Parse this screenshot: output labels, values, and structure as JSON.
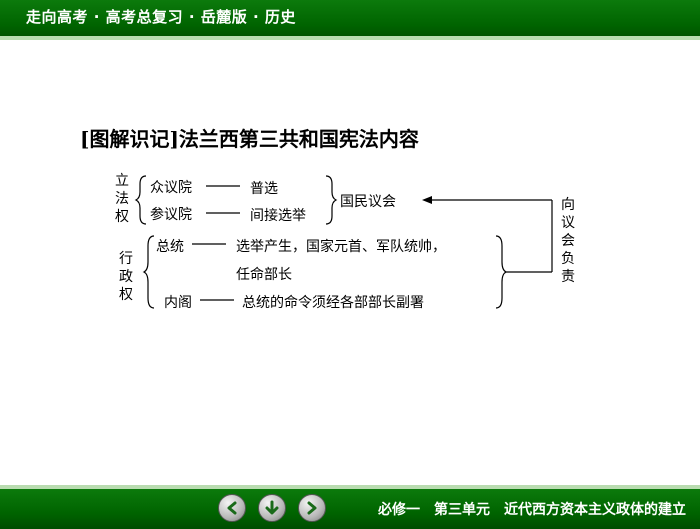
{
  "header": {
    "title": "走向高考 · 高考总复习 · 岳麓版 · 历史"
  },
  "main": {
    "title": "[图解识记]法兰西第三共和国宪法内容",
    "diagram": {
      "legislative_label": "立法权",
      "house1": "众议院",
      "house1_result": "普选",
      "house2": "参议院",
      "house2_result": "间接选举",
      "assembly": "国民议会",
      "responsible": "向议会负责",
      "executive_label": "行政权",
      "president": "总统",
      "president_desc1": "选举产生，国家元首、军队统帅，",
      "president_desc2": "任命部长",
      "cabinet": "内阁",
      "cabinet_desc": "总统的命令须经各部部长副署"
    }
  },
  "footer": {
    "nav": [
      "prev-arrow-icon",
      "down-arrow-icon",
      "next-arrow-icon"
    ],
    "text": "必修一　第三单元　近代西方资本主义政体的建立"
  },
  "colors": {
    "bar_green": "#006400",
    "bar_border": "#b9dcb0"
  }
}
